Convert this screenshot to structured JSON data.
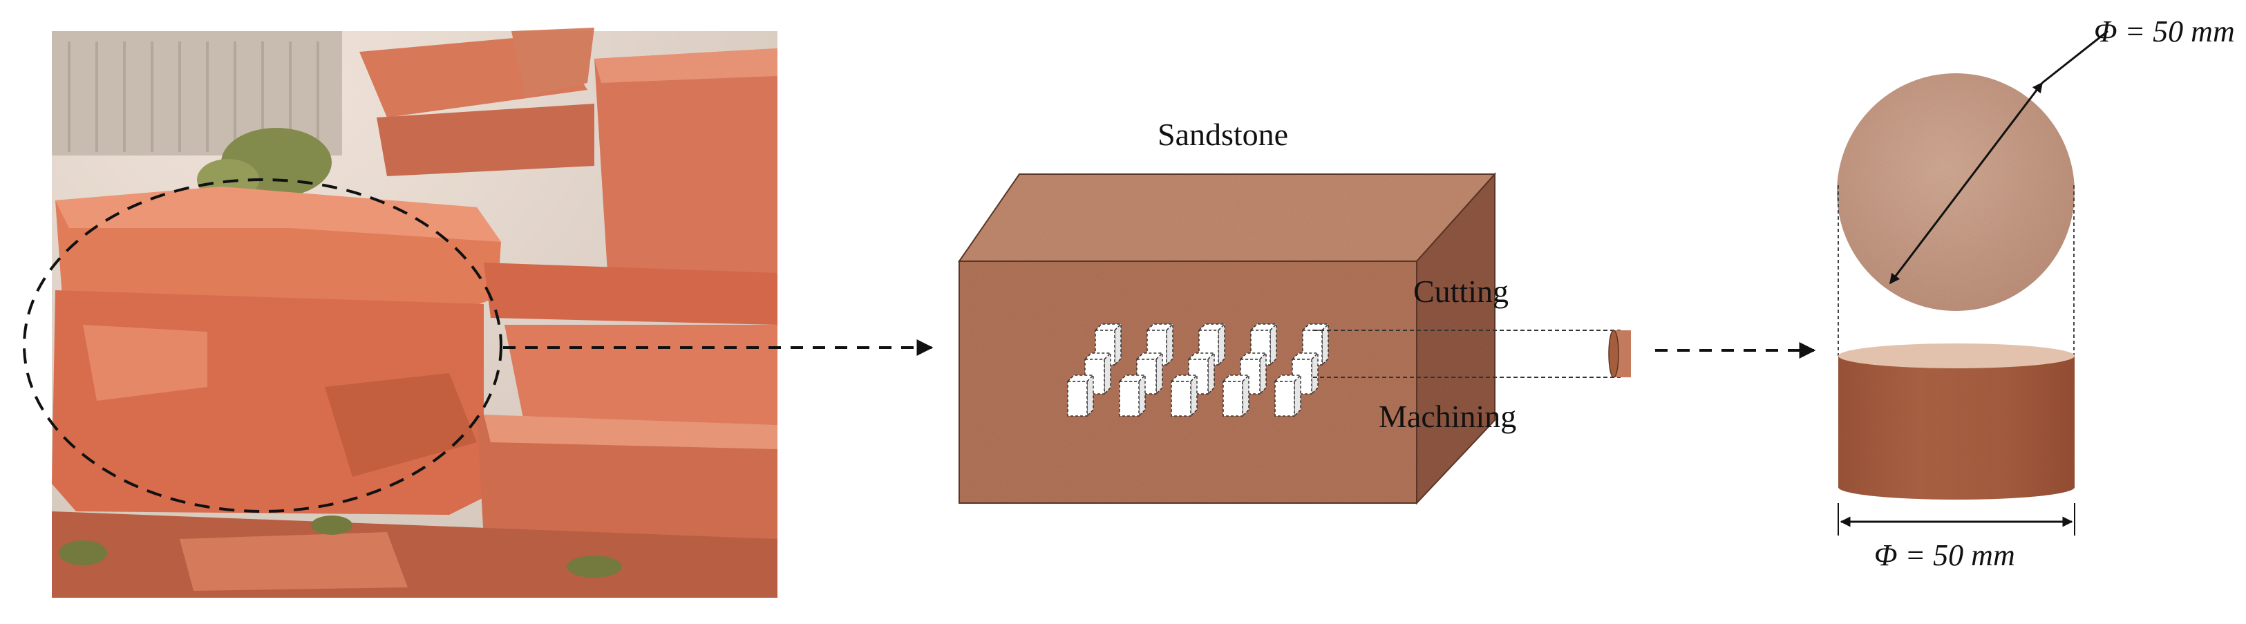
{
  "labels": {
    "block_title": "Sandstone",
    "step_cutting": "Cutting",
    "step_machining": "Machining",
    "top_diameter": "Φ = 50 mm",
    "bottom_diameter": "Φ = 50 mm"
  },
  "specimen": {
    "diameter": "50 mm"
  },
  "colors": {
    "stone_front": "#b27459",
    "stone_top": "#c18a6e",
    "stone_side": "#8f5742",
    "quarry_rock": "#e27a55",
    "specimen_top_face": "#caa08a",
    "specimen_body": "#a65d3e",
    "arrow": "#111111"
  }
}
